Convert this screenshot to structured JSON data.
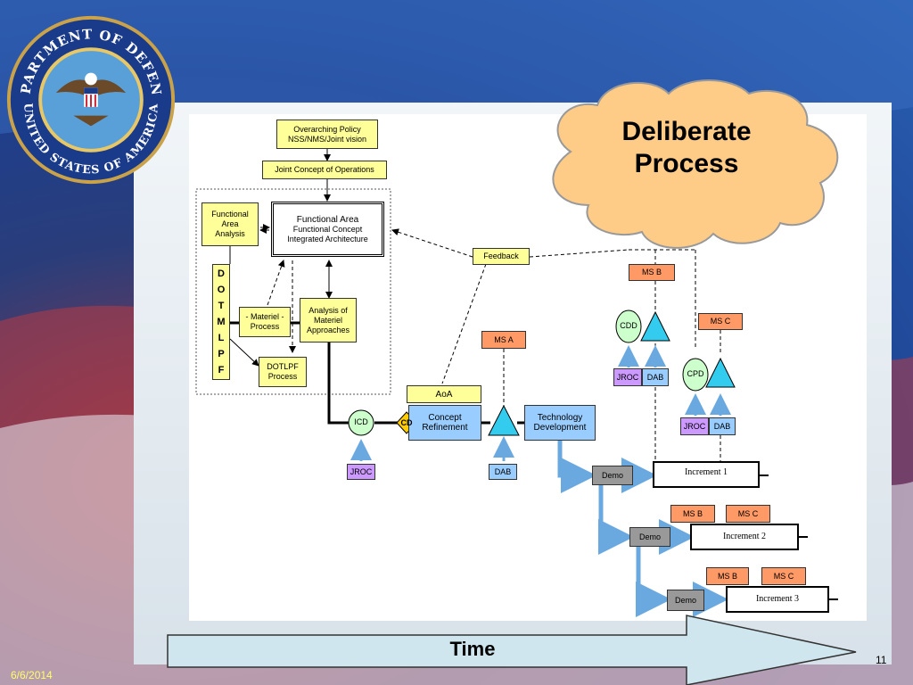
{
  "slide": {
    "date": "6/6/2014",
    "number": "11",
    "cloud_title_line1": "Deliberate",
    "cloud_title_line2": "Process",
    "time_label": "Time"
  },
  "seal": {
    "text_top": "DEPARTMENT OF DEFENSE",
    "text_bottom": "UNITED STATES OF AMERICA"
  },
  "diagram": {
    "overarching_policy_l1": "Overarching Policy",
    "overarching_policy_l2": "NSS/NMS/Joint vision",
    "joint_concept": "Joint Concept of Operations",
    "functional_area_analysis_l1": "Functional",
    "functional_area_analysis_l2": "Area",
    "functional_area_analysis_l3": "Analysis",
    "fa_title": "Functional Area",
    "fa_line2": "Functional Concept",
    "fa_line3": "Integrated Architecture",
    "dotmlpf": [
      "D",
      "O",
      "T",
      "M",
      "L",
      "P",
      "F"
    ],
    "materiel_process_l1": "- Materiel -",
    "materiel_process_l2": "Process",
    "analysis_materiel_l1": "Analysis of",
    "analysis_materiel_l2": "Materiel",
    "analysis_materiel_l3": "Approaches",
    "dotlpf_l1": "DOTLPF",
    "dotlpf_l2": "Process",
    "feedback": "Feedback",
    "aoa": "AoA",
    "icd": "ICD",
    "cd": "CD",
    "concept_refinement_l1": "Concept",
    "concept_refinement_l2": "Refinement",
    "jroc": "JROC",
    "ms_a": "MS A",
    "dab": "DAB",
    "tech_dev_l1": "Technology",
    "tech_dev_l2": "Development",
    "ms_b": "MS B",
    "ms_c": "MS C",
    "cdd": "CDD",
    "cpd": "CPD",
    "demo": "Demo",
    "increment_1": "Increment 1",
    "increment_2": "Increment 2",
    "increment_3": "Increment 3"
  },
  "colors": {
    "yellow": "#ffff99",
    "orange": "#ff9966",
    "purple": "#cc99ff",
    "blue": "#99ccff",
    "cyan": "#33ccee",
    "green": "#ccffcc",
    "cloud": "#ffcc88"
  }
}
